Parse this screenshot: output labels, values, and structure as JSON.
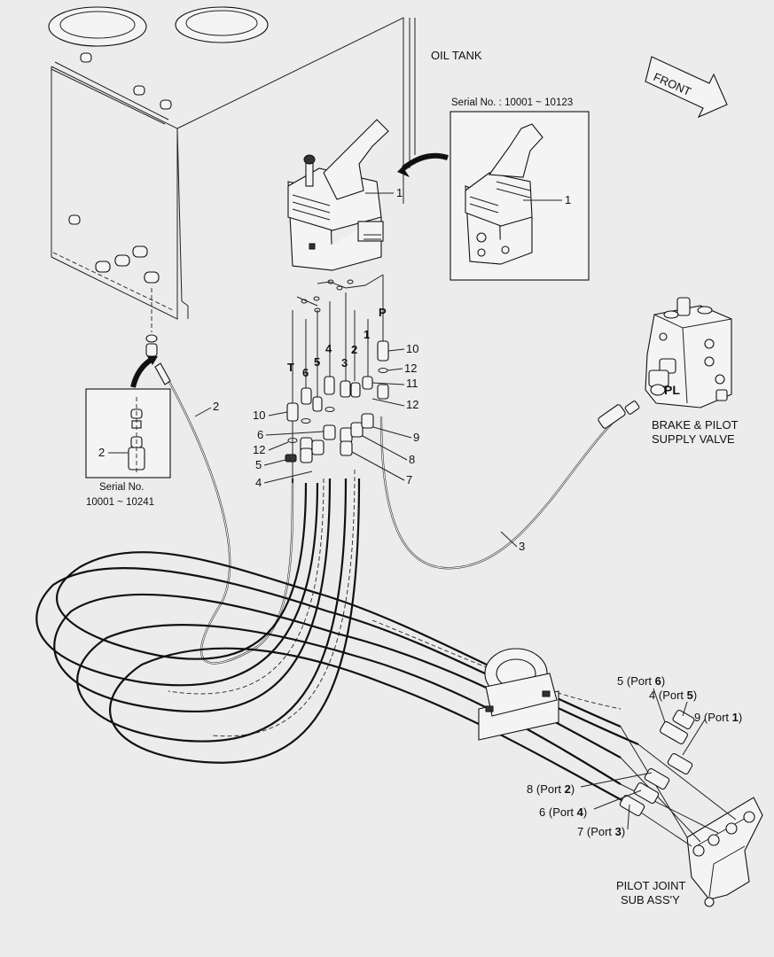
{
  "labels": {
    "oil_tank": "OIL TANK",
    "front": "FRONT",
    "serial_top": "Serial No. : 10001 ~ 10123",
    "serial_left_1": "Serial No.",
    "serial_left_2": "10001 ~ 10241",
    "brake_valve_1": "BRAKE & PILOT",
    "brake_valve_2": "SUPPLY VALVE",
    "pl_port": "PL",
    "pilot_joint_1": "PILOT JOINT",
    "pilot_joint_2": "SUB ASS'Y"
  },
  "ports": {
    "T": "T",
    "six": "6",
    "five": "5",
    "four": "4",
    "three": "3",
    "two": "2",
    "one": "1",
    "P": "P"
  },
  "callouts": {
    "c1_main": "1",
    "c1_inset": "1",
    "c2_hose": "2",
    "c2_inset": "2",
    "c3": "3",
    "c10_right": "10",
    "c12_right_a": "12",
    "c11": "11",
    "c12_right_b": "12",
    "c9": "9",
    "c8": "8",
    "c7": "7",
    "c10_left": "10",
    "c6": "6",
    "c12_left": "12",
    "c5": "5",
    "c4": "4"
  },
  "port_map": [
    {
      "num": "5",
      "port": "6"
    },
    {
      "num": "4",
      "port": "5"
    },
    {
      "num": "9",
      "port": "1"
    },
    {
      "num": "8",
      "port": "2"
    },
    {
      "num": "6",
      "port": "4"
    },
    {
      "num": "7",
      "port": "3"
    }
  ],
  "port_word": "Port"
}
